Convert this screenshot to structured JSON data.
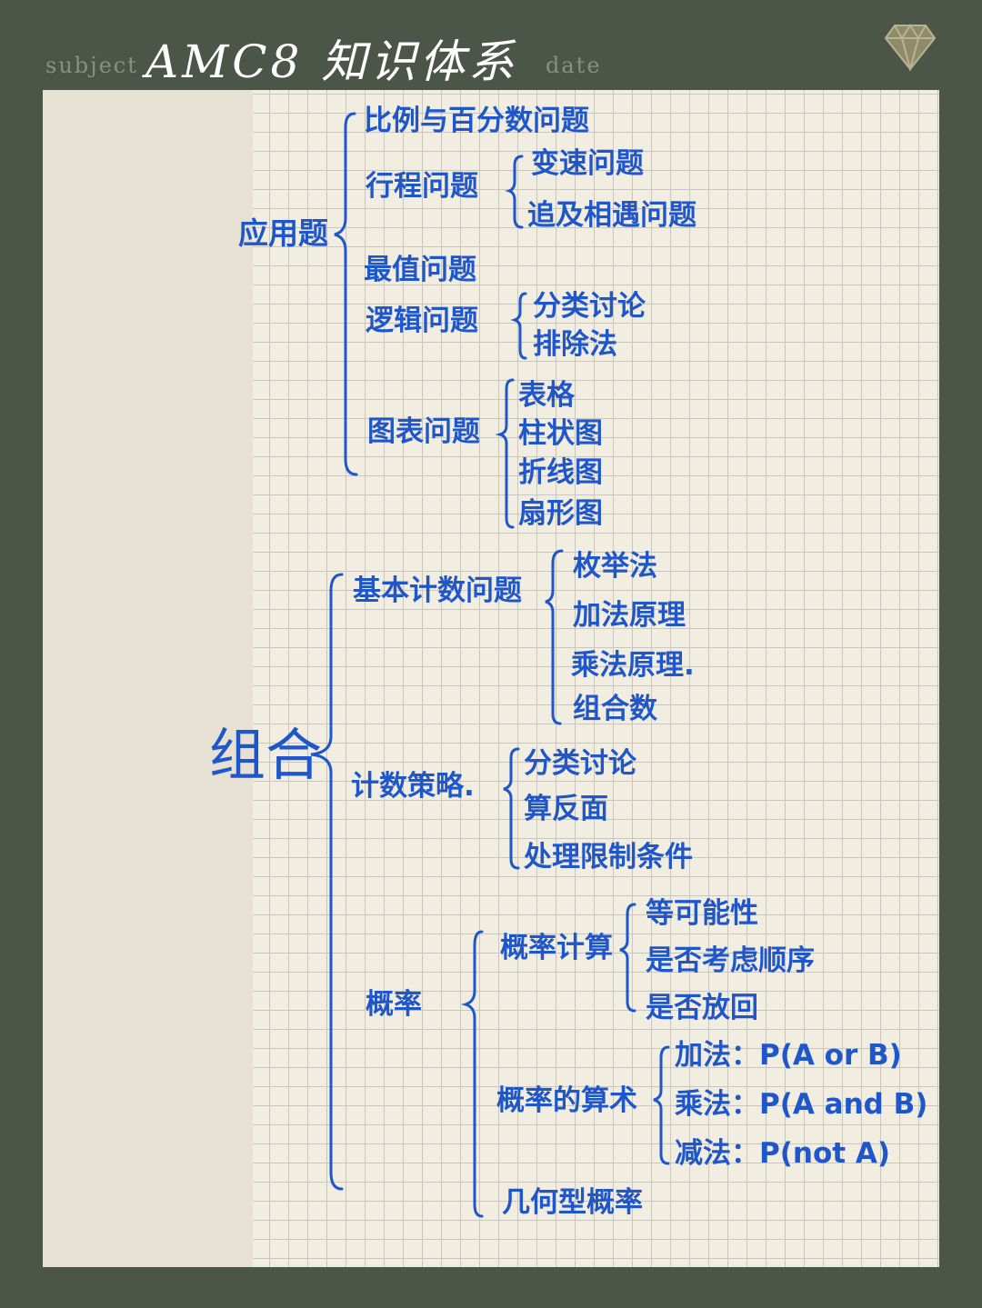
{
  "header": {
    "subject_label": "subject",
    "date_label": "date",
    "title": "AMC8 知识体系"
  },
  "icons": {
    "corner": "diamond-icon"
  },
  "colors": {
    "ink": "#1f56c9",
    "background": "#4b5649",
    "paper": "#f1ede1",
    "margin": "#e7e1d3"
  },
  "tree": {
    "applied": {
      "label": "应用题",
      "children": {
        "ratio": "比例与百分数问题",
        "travel": {
          "label": "行程问题",
          "items": [
            "变速问题",
            "追及相遇问题"
          ]
        },
        "extreme": "最值问题",
        "logic": {
          "label": "逻辑问题",
          "items": [
            "分类讨论",
            "排除法"
          ]
        },
        "charts": {
          "label": "图表问题",
          "items": [
            "表格",
            "柱状图",
            "折线图",
            "扇形图"
          ]
        }
      }
    },
    "combinatorics": {
      "label": "组合",
      "children": {
        "basic_counting": {
          "label": "基本计数问题",
          "items": [
            "枚举法",
            "加法原理",
            "乘法原理.",
            "组合数"
          ]
        },
        "strategy": {
          "label": "计数策略.",
          "items": [
            "分类讨论",
            "算反面",
            "处理限制条件"
          ]
        },
        "probability": {
          "label": "概率",
          "calc": {
            "label": "概率计算",
            "items": [
              "等可能性",
              "是否考虑顺序",
              "是否放回"
            ]
          },
          "arith": {
            "label": "概率的算术",
            "items": [
              "加法：P(A or B)",
              "乘法：P(A and B)",
              "减法：P(not A)"
            ]
          },
          "geometric": "几何型概率"
        }
      }
    }
  }
}
